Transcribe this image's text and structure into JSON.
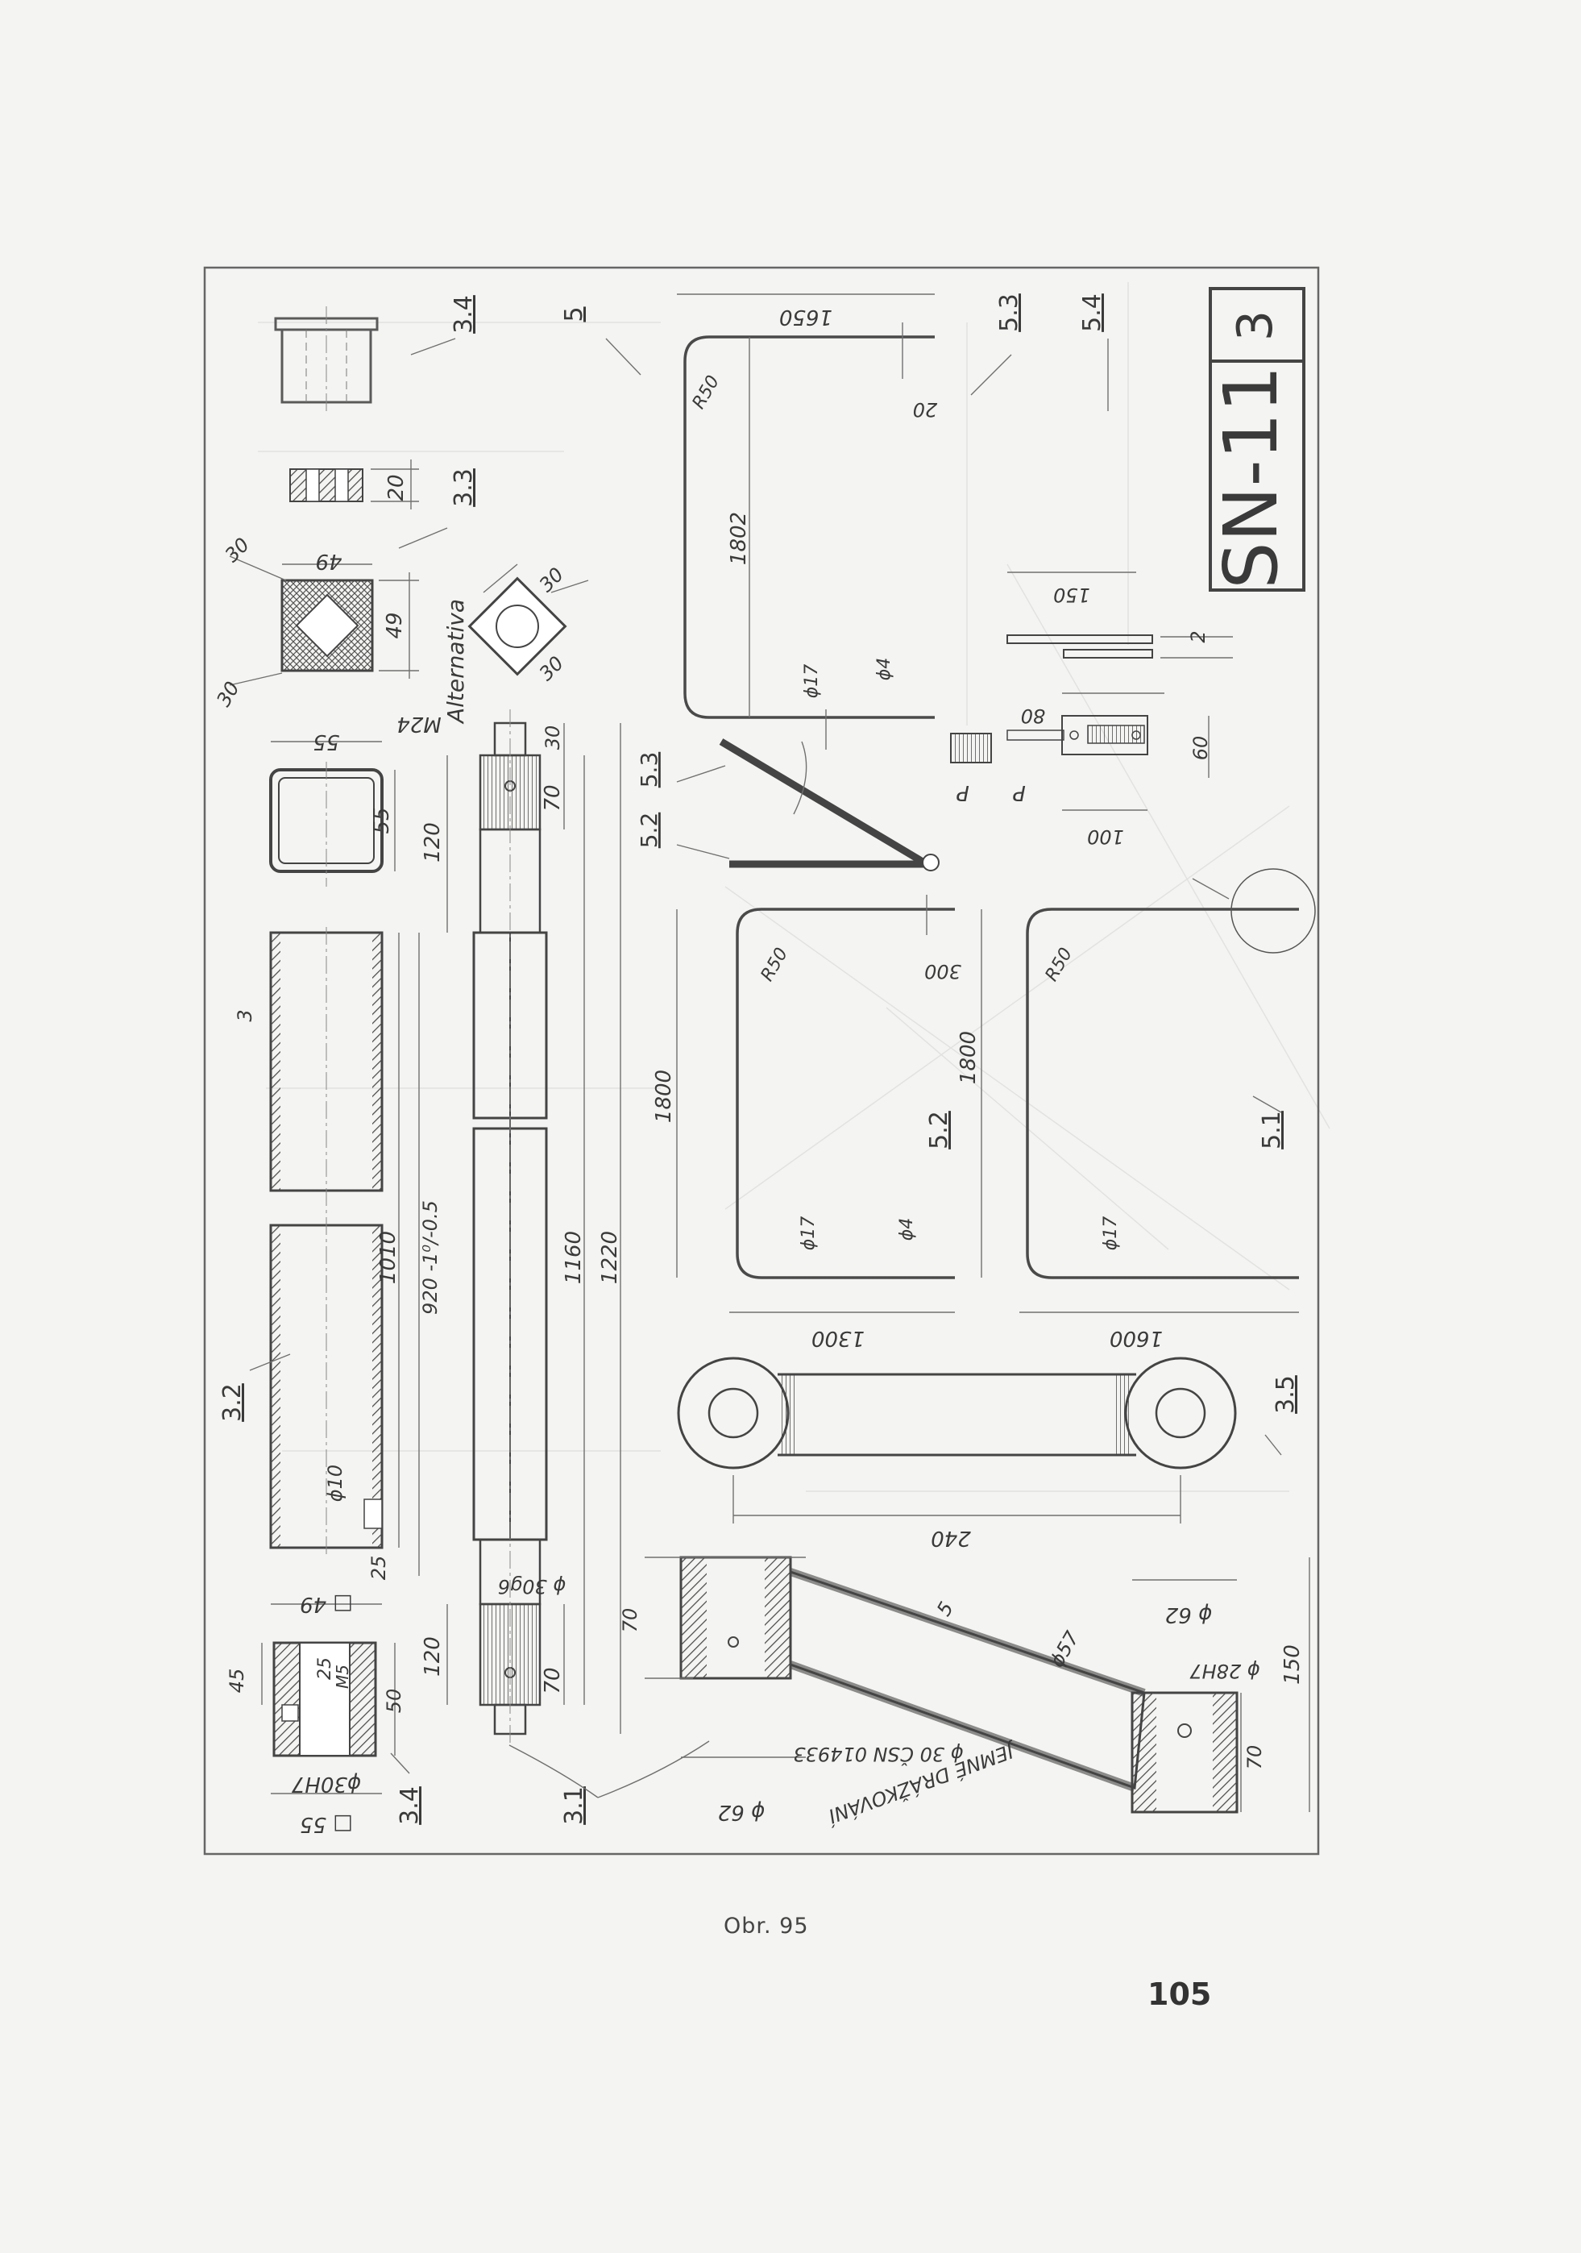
{
  "title_block": {
    "drawing_number": "SN-11",
    "sheet": "3"
  },
  "caption": "Obr. 95",
  "page_number": "105",
  "part_refs": {
    "p34_top": "3.4",
    "p5": "5",
    "p53_top": "5.3",
    "p54": "5.4",
    "p33": "3.3",
    "p53_mid": "5.3",
    "p52_mid": "5.2",
    "p52": "5.2",
    "p51": "5.1",
    "p32": "3.2",
    "p35": "3.5",
    "p34_bottom": "3.4",
    "p31": "3.1"
  },
  "dimensions": {
    "d1650": "1650",
    "d20_top": "20",
    "r50_top": "R50",
    "d1802": "1802",
    "d150": "150",
    "d2": "2",
    "phi17_top": "ϕ17",
    "phi4_top": "ϕ4",
    "d80": "80",
    "d60": "60",
    "d100": "100",
    "p_a": "P",
    "p_b": "P",
    "d20_sq": "20",
    "d30_a": "30",
    "d49_a": "49",
    "d49_b": "49",
    "d30_b": "30",
    "d30_alt_a": "30",
    "d30_alt_b": "30",
    "alternativa": "Alternativa",
    "m24": "M24",
    "d55_a": "55",
    "d55_b": "55",
    "d120_a": "120",
    "d70_a": "70",
    "d30_shaft": "30",
    "d3": "3",
    "d1010": "1010",
    "d920": "920 -1⁰/-0.5",
    "d1160": "1160",
    "d1220": "1220",
    "phi10": "ϕ10",
    "d25": "25",
    "d300": "300",
    "r50_l": "R50",
    "r50_r": "R50",
    "d1800_l": "1800",
    "d1800_r": "1800",
    "phi17_l": "ϕ17",
    "phi4_l": "ϕ4",
    "phi17_r": "ϕ17",
    "d1300": "1300",
    "d1600": "1600",
    "d240": "240",
    "d49_sq": "□ 49",
    "phi30g6": "ϕ 30g6",
    "d45": "45",
    "d25_b": "25",
    "m5": "M5",
    "d50": "50",
    "d120_b": "120",
    "d70_b": "70",
    "phi30h7": "ϕ30H7",
    "d55_sq": "□ 55",
    "d70_link": "70",
    "d5": "5",
    "phi57": "ϕ57",
    "phi62_top": "ϕ 62",
    "phi28h7": "ϕ 28H7",
    "d150_b": "150",
    "d70_c": "70",
    "phi62_bottom": "ϕ 62",
    "note_line1": "JEMNÉ DRÁŽKOVÁNÍ",
    "note_line2": "ϕ 30 ČSN 014933"
  }
}
